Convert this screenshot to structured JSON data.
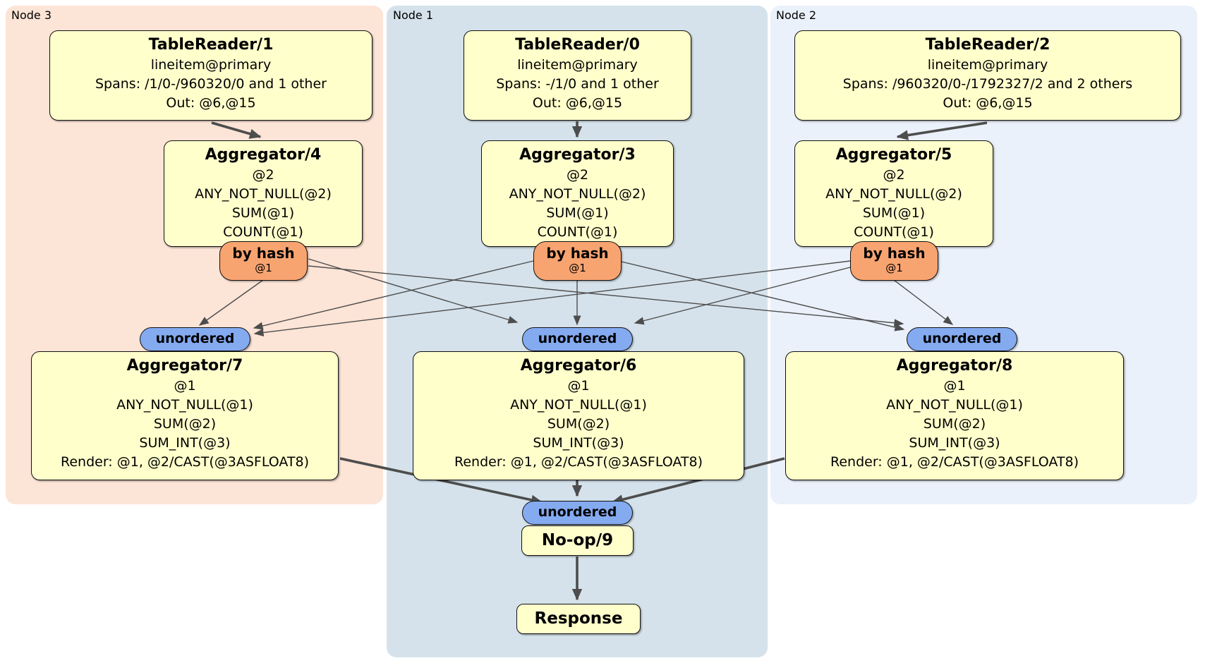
{
  "node3": {
    "label": "Node 3",
    "tr": {
      "title": "TableReader/1",
      "lines": [
        "lineitem@primary",
        "Spans: /1/0-/960320/0 and 1 other",
        "Out: @6,@15"
      ]
    },
    "agg_top": {
      "title": "Aggregator/4",
      "lines": [
        "@2",
        "ANY_NOT_NULL(@2)",
        "SUM(@1)",
        "COUNT(@1)"
      ]
    },
    "router": {
      "label": "by hash",
      "key": "@1"
    },
    "sync": {
      "label": "unordered"
    },
    "agg_bottom": {
      "title": "Aggregator/7",
      "lines": [
        "@1",
        "ANY_NOT_NULL(@1)",
        "SUM(@2)",
        "SUM_INT(@3)",
        "Render: @1, @2/CAST(@3ASFLOAT8)"
      ]
    }
  },
  "node1": {
    "label": "Node 1",
    "tr": {
      "title": "TableReader/0",
      "lines": [
        "lineitem@primary",
        "Spans: -/1/0 and 1 other",
        "Out: @6,@15"
      ]
    },
    "agg_top": {
      "title": "Aggregator/3",
      "lines": [
        "@2",
        "ANY_NOT_NULL(@2)",
        "SUM(@1)",
        "COUNT(@1)"
      ]
    },
    "router": {
      "label": "by hash",
      "key": "@1"
    },
    "sync": {
      "label": "unordered"
    },
    "agg_bottom": {
      "title": "Aggregator/6",
      "lines": [
        "@1",
        "ANY_NOT_NULL(@1)",
        "SUM(@2)",
        "SUM_INT(@3)",
        "Render: @1, @2/CAST(@3ASFLOAT8)"
      ]
    },
    "final": {
      "sync": "unordered",
      "noop": "No-op/9",
      "response": "Response"
    }
  },
  "node2": {
    "label": "Node 2",
    "tr": {
      "title": "TableReader/2",
      "lines": [
        "lineitem@primary",
        "Spans: /960320/0-/1792327/2 and 2 others",
        "Out: @6,@15"
      ]
    },
    "agg_top": {
      "title": "Aggregator/5",
      "lines": [
        "@2",
        "ANY_NOT_NULL(@2)",
        "SUM(@1)",
        "COUNT(@1)"
      ]
    },
    "router": {
      "label": "by hash",
      "key": "@1"
    },
    "sync": {
      "label": "unordered"
    },
    "agg_bottom": {
      "title": "Aggregator/8",
      "lines": [
        "@1",
        "ANY_NOT_NULL(@1)",
        "SUM(@2)",
        "SUM_INT(@3)",
        "Render: @1, @2/CAST(@3ASFLOAT8)"
      ]
    }
  },
  "colors": {
    "node3_bg": "#fce4d6",
    "node1_bg": "#d5e2eb",
    "node2_bg": "#ebf1fa",
    "processor_fill": "#ffffcc",
    "router_fill": "#f8a471",
    "sync_fill": "#84aaf0",
    "edge": "#4d4d4d"
  }
}
